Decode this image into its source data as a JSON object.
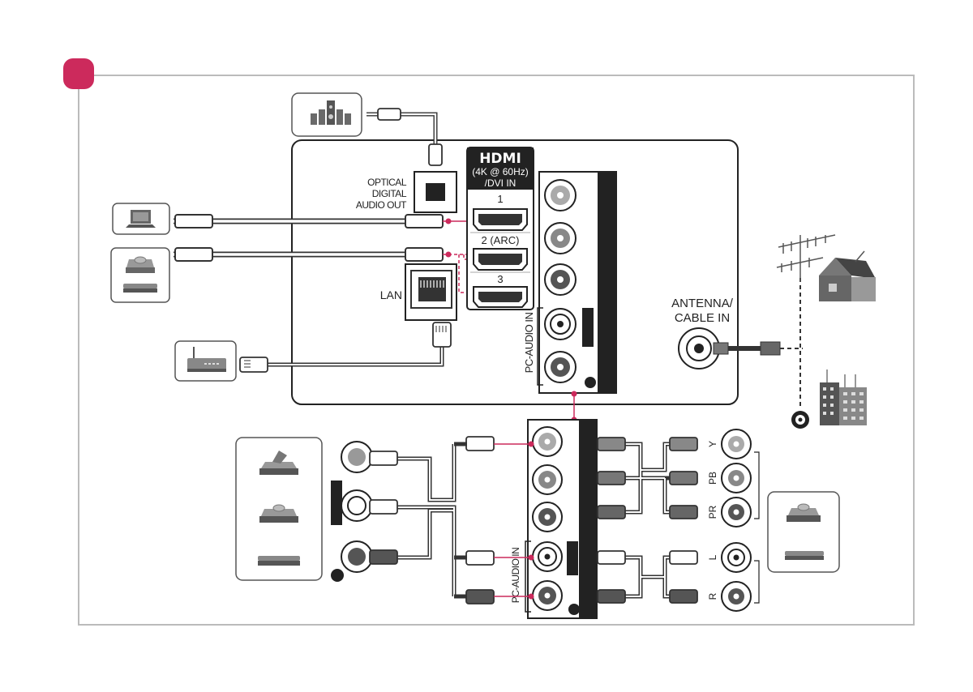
{
  "badge": {
    "color": "#cc2a5c"
  },
  "colors": {
    "accent": "#cc2a5c",
    "panel_border": "#222222",
    "frame": "#bbbbbb",
    "black_block": "#222222"
  },
  "tv_panel": {
    "optical_label": [
      "OPTICAL",
      "DIGITAL",
      "AUDIO OUT"
    ],
    "hdmi_logo": "HDMI",
    "hdmi_spec": [
      "(4K @ 60Hz)",
      "/DVI IN"
    ],
    "hdmi_ports": [
      "1",
      "2 (ARC)",
      "3"
    ],
    "lan_label": "LAN",
    "pc_audio_label": "PC-AUDIO IN",
    "antenna_label": [
      "ANTENNA/",
      "CABLE IN"
    ]
  },
  "adapter": {
    "pc_audio_label": "PC-AUDIO IN"
  },
  "component": {
    "video_labels": [
      "Y",
      "PB",
      "PR"
    ],
    "audio_labels": [
      "L",
      "R"
    ]
  },
  "icons": [
    "speaker-system-icon",
    "laptop-icon",
    "media-player-icon",
    "router-icon",
    "antenna-icon",
    "house-icon",
    "building-icon",
    "cable-connector-icon",
    "vcr-icon",
    "dvd-player-icon",
    "set-top-box-icon",
    "component-source-icon"
  ]
}
